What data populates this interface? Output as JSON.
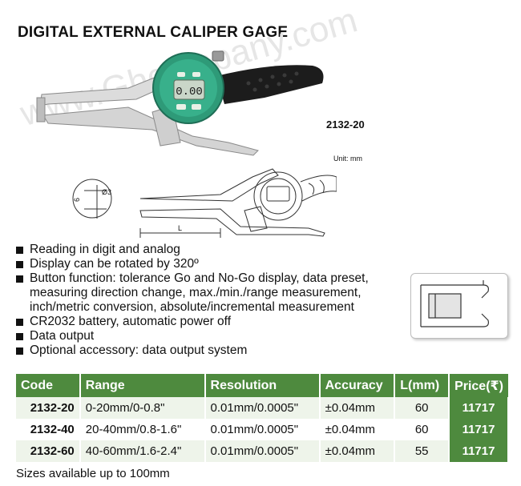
{
  "page": {
    "title": "DIGITAL EXTERNAL CALIPER GAGE",
    "watermark": "www.Ghcompany.com",
    "model": "2132-20",
    "unit": "Unit: mm",
    "display_reading": "0.00"
  },
  "diagram": {
    "dim_diameter": "Ø3",
    "dim_height": "6",
    "dim_length": "L"
  },
  "features": [
    "Reading in digit and analog",
    "Display can be rotated by 320º",
    "Button function: tolerance Go and No-Go display, data preset,",
    "CR2032 battery, automatic power off",
    "Data output",
    "Optional accessory: data output system"
  ],
  "feature_continuation": [
    "measuring direction change, max./min./range measurement,",
    "inch/metric conversion, absolute/incremental measurement"
  ],
  "table": {
    "headers": [
      "Code",
      "Range",
      "Resolution",
      "Accuracy",
      "L(mm)",
      "Price(₹)"
    ],
    "rows": [
      [
        "2132-20",
        "0-20mm/0-0.8\"",
        "0.01mm/0.0005\"",
        "±0.04mm",
        "60",
        "11717"
      ],
      [
        "2132-40",
        "20-40mm/0.8-1.6\"",
        "0.01mm/0.0005\"",
        "±0.04mm",
        "60",
        "11717"
      ],
      [
        "2132-60",
        "40-60mm/1.6-2.4\"",
        "0.01mm/0.0005\"",
        "±0.04mm",
        "55",
        "11717"
      ]
    ]
  },
  "footnote": "Sizes available up to 100mm",
  "colors": {
    "header_green": "#4e8a3e",
    "row_tint": "#eef4ea",
    "gauge_green": "#2e9a78"
  }
}
